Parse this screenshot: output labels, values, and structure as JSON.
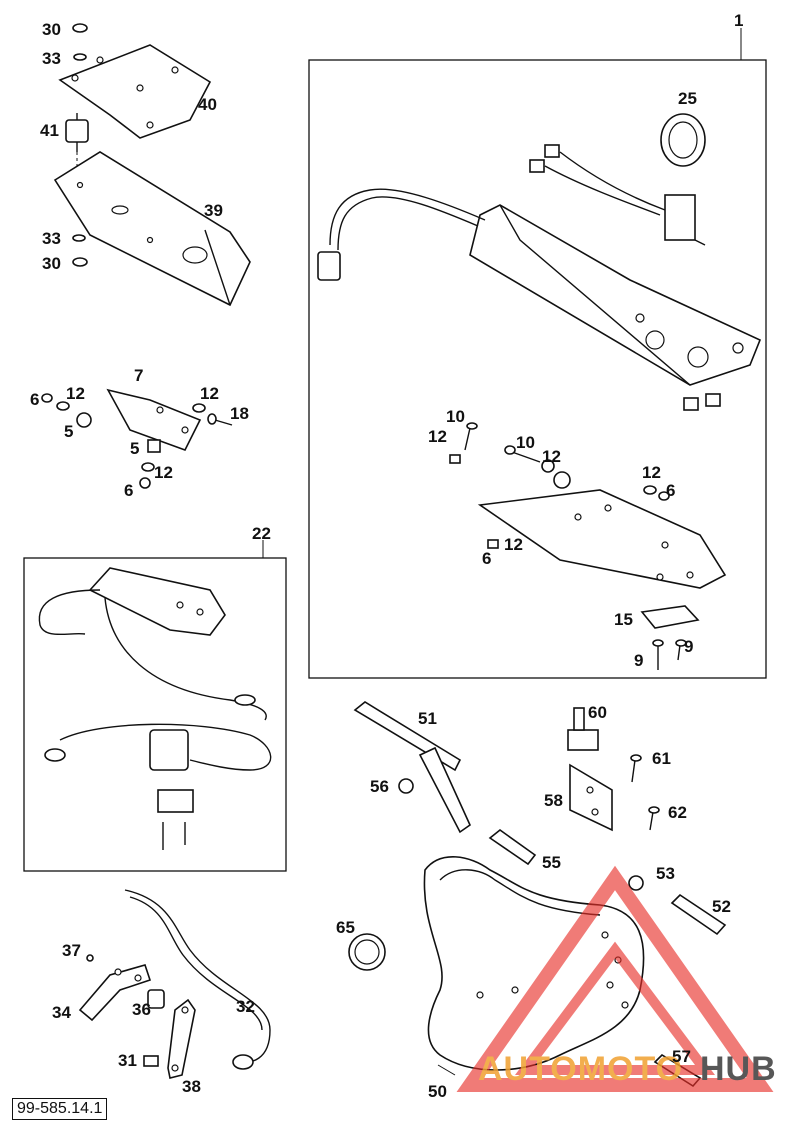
{
  "callouts": {
    "c1": "1",
    "c25": "25",
    "c30a": "30",
    "c33a": "33",
    "c40": "40",
    "c41": "41",
    "c39": "39",
    "c33b": "33",
    "c30b": "30",
    "c7": "7",
    "c6a": "6",
    "c12a": "12",
    "c12b": "12",
    "c18": "18",
    "c5a": "5",
    "c5b": "5",
    "c12c": "12",
    "c6b": "6",
    "c10a": "10",
    "c12d": "12",
    "c10b": "10",
    "c12e": "12",
    "c12f": "12",
    "c6c": "6",
    "c12g": "12",
    "c6d": "6",
    "c15": "15",
    "c9a": "9",
    "c9b": "9",
    "c22": "22",
    "c51": "51",
    "c60": "60",
    "c56": "56",
    "c61": "61",
    "c58": "58",
    "c62": "62",
    "c55": "55",
    "c53": "53",
    "c52": "52",
    "c65": "65",
    "c57": "57",
    "c50": "50",
    "c37": "37",
    "c34": "34",
    "c36": "36",
    "c32": "32",
    "c31": "31",
    "c38": "38"
  },
  "diagram_code": "99-585.14.1",
  "watermark": {
    "text_left": "AUTOMOTO",
    "text_right": "HUB",
    "color_red": "#e8302a",
    "color_orange": "#f0a030",
    "color_dark": "#3a3a3a"
  }
}
